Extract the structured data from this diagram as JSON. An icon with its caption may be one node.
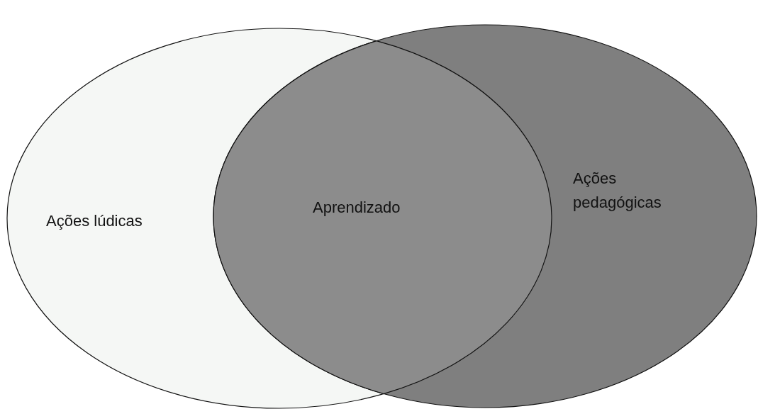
{
  "diagram": {
    "nodes": [
      {
        "text": [
          "Ações lúdicas"
        ]
      },
      {
        "text": [
          "Ações pedagógicas"
        ]
      },
      {
        "text": [
          "Aprendizado"
        ]
      }
    ]
  }
}
